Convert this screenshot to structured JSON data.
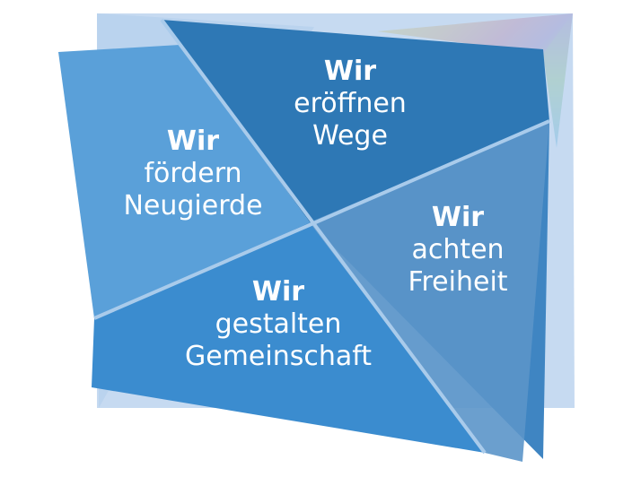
{
  "values": [
    {
      "head": "Wir",
      "lines": [
        "eröffnen",
        "Wege"
      ]
    },
    {
      "head": "Wir",
      "lines": [
        "fördern",
        "Neugierde"
      ]
    },
    {
      "head": "Wir",
      "lines": [
        "achten",
        "Freiheit"
      ]
    },
    {
      "head": "Wir",
      "lines": [
        "gestalten",
        "Gemeinschaft"
      ]
    }
  ],
  "colors": {
    "outer_plane": "#a7c6e8",
    "front_plane": "#4e93cf",
    "sector_top": "#2e78b5",
    "sector_left": "#5aa0d9",
    "sector_right": "#3f85c2",
    "sector_bottom": "#3b8ccf",
    "divider": "#8fb9e4",
    "rainbow": [
      "#f5e000",
      "#f08a1a",
      "#d9324a",
      "#8a3b8e",
      "#6fbf2a"
    ]
  }
}
